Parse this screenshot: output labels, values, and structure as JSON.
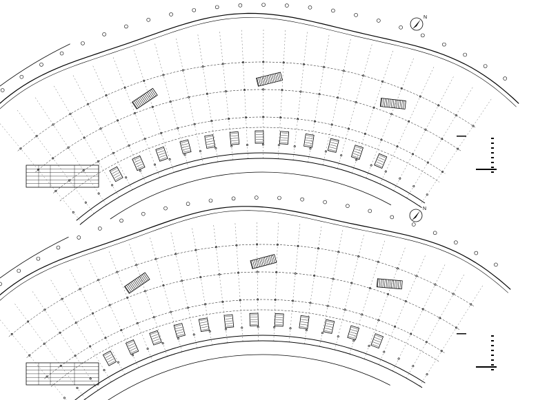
{
  "drawing": {
    "plans": [
      {
        "id": "plan-upper",
        "north_label": "N"
      },
      {
        "id": "plan-lower",
        "north_label": "N"
      }
    ],
    "line_color": "#000000",
    "background": "#ffffff"
  }
}
